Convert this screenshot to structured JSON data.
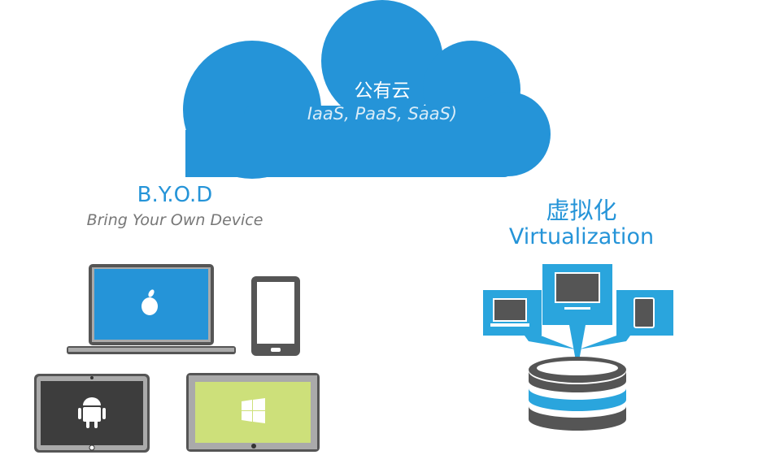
{
  "cloud": {
    "title": "公有云",
    "subtitle": "IaaS, PaaS, SaaS)"
  },
  "byod": {
    "title": "B.Y.O.D",
    "subtitle": "Bring Your Own Device"
  },
  "virtualization": {
    "title_cn": "虚拟化",
    "title_en": "Virtualization"
  },
  "colors": {
    "blue": "#2594d8",
    "gray": "#555555",
    "green": "#cde07a",
    "dark": "#3d3d3d"
  }
}
